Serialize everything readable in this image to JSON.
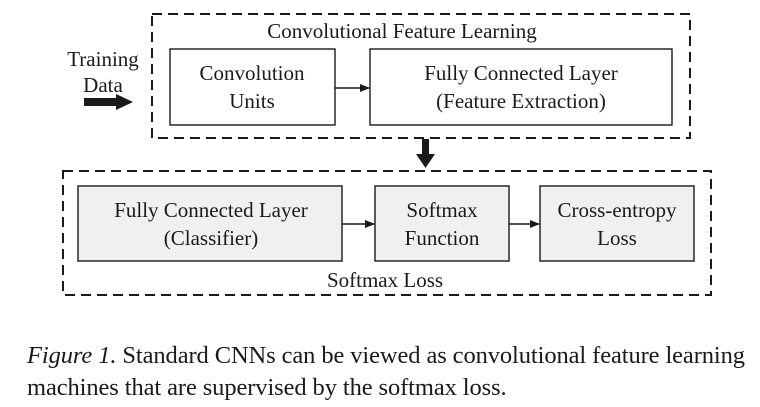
{
  "diagram": {
    "input_label_line1": "Training",
    "input_label_line2": "Data",
    "top_group_label": "Convolutional Feature Learning",
    "bottom_group_label": "Softmax Loss",
    "nodes": {
      "conv_units": {
        "line1": "Convolution",
        "line2": "Units"
      },
      "fc_feature": {
        "line1": "Fully Connected Layer",
        "line2": "(Feature Extraction)"
      },
      "fc_classifier": {
        "line1": "Fully Connected Layer",
        "line2": "(Classifier)"
      },
      "softmax": {
        "line1": "Softmax",
        "line2": "Function"
      },
      "cross_entropy": {
        "line1": "Cross-entropy",
        "line2": "Loss"
      }
    },
    "colors": {
      "stroke": "#1a1a1a",
      "top_box_fill": "#ffffff",
      "bottom_box_fill": "#f0f0f0"
    }
  },
  "caption": {
    "figure_label": "Figure 1.",
    "text": " Standard CNNs can be viewed as convolutional feature learning machines that are supervised by the softmax loss."
  }
}
